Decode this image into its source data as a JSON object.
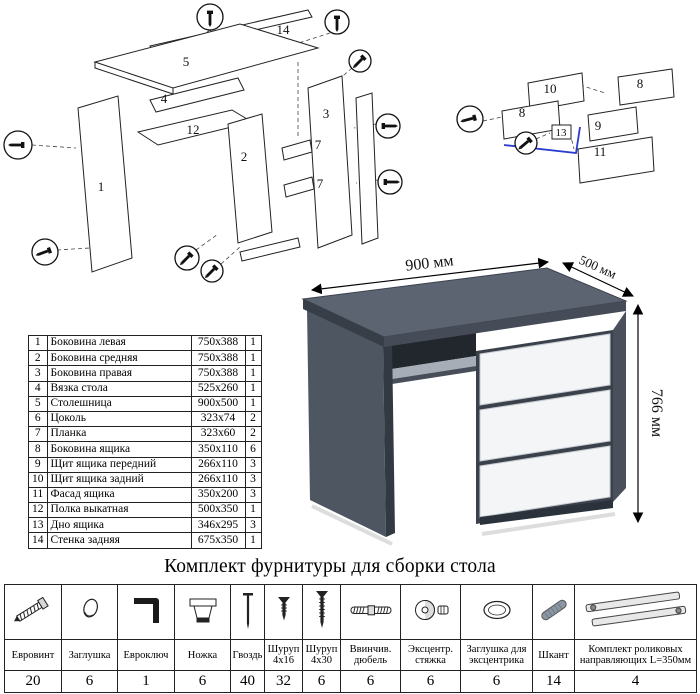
{
  "page": {
    "heading": "Комплект фурнитуры для сборки стола"
  },
  "dims": {
    "width": "900 мм",
    "depth": "500 мм",
    "height": "766 мм"
  },
  "main_diagram_labels": {
    "l1": "1",
    "l2": "2",
    "l3": "3",
    "l4": "4",
    "l5": "5",
    "l7a": "7",
    "l7b": "7",
    "l12": "12",
    "l14": "14"
  },
  "drawer_diagram_labels": {
    "l8a": "8",
    "l8b": "8",
    "l9": "9",
    "l10": "10",
    "l11": "11",
    "l13": "13"
  },
  "parts_table": {
    "rows": [
      {
        "num": "1",
        "name": "Боковина левая",
        "size": "750x388",
        "qty": "1"
      },
      {
        "num": "2",
        "name": "Боковина средняя",
        "size": "750x388",
        "qty": "1"
      },
      {
        "num": "3",
        "name": "Боковина правая",
        "size": "750x388",
        "qty": "1"
      },
      {
        "num": "4",
        "name": "Вязка стола",
        "size": "525x260",
        "qty": "1"
      },
      {
        "num": "5",
        "name": "Столешница",
        "size": "900x500",
        "qty": "1"
      },
      {
        "num": "6",
        "name": "Цоколь",
        "size": "323x74",
        "qty": "2"
      },
      {
        "num": "7",
        "name": "Планка",
        "size": "323x60",
        "qty": "2"
      },
      {
        "num": "8",
        "name": "Боковина ящика",
        "size": "350x110",
        "qty": "6"
      },
      {
        "num": "9",
        "name": "Щит ящика передний",
        "size": "266x110",
        "qty": "3"
      },
      {
        "num": "10",
        "name": "Щит ящика задний",
        "size": "266x110",
        "qty": "3"
      },
      {
        "num": "11",
        "name": "Фасад ящика",
        "size": "350x200",
        "qty": "3"
      },
      {
        "num": "12",
        "name": "Полка выкатная",
        "size": "500x350",
        "qty": "1"
      },
      {
        "num": "13",
        "name": "Дно ящика",
        "size": "346x295",
        "qty": "3"
      },
      {
        "num": "14",
        "name": "Стенка задняя",
        "size": "675x350",
        "qty": "1"
      }
    ]
  },
  "hardware": {
    "items": [
      {
        "label": "Евровинт",
        "qty": "20"
      },
      {
        "label": "Заглушка",
        "qty": "6"
      },
      {
        "label": "Евроключ",
        "qty": "1"
      },
      {
        "label": "Ножка",
        "qty": "6"
      },
      {
        "label": "Гвоздь",
        "qty": "40"
      },
      {
        "label": "Шуруп 4x16",
        "qty": "32"
      },
      {
        "label": "Шуруп 4x30",
        "qty": "6"
      },
      {
        "label": "Ввинчив. дюбель",
        "qty": "6"
      },
      {
        "label": "Эксцентр. стяжка",
        "qty": "6"
      },
      {
        "label": "Заглушка для эксцентрика",
        "qty": "6"
      },
      {
        "label": "Шкант",
        "qty": "14"
      },
      {
        "label": "Комплект роликовых направляющих L=350мм",
        "qty": "4"
      }
    ]
  }
}
